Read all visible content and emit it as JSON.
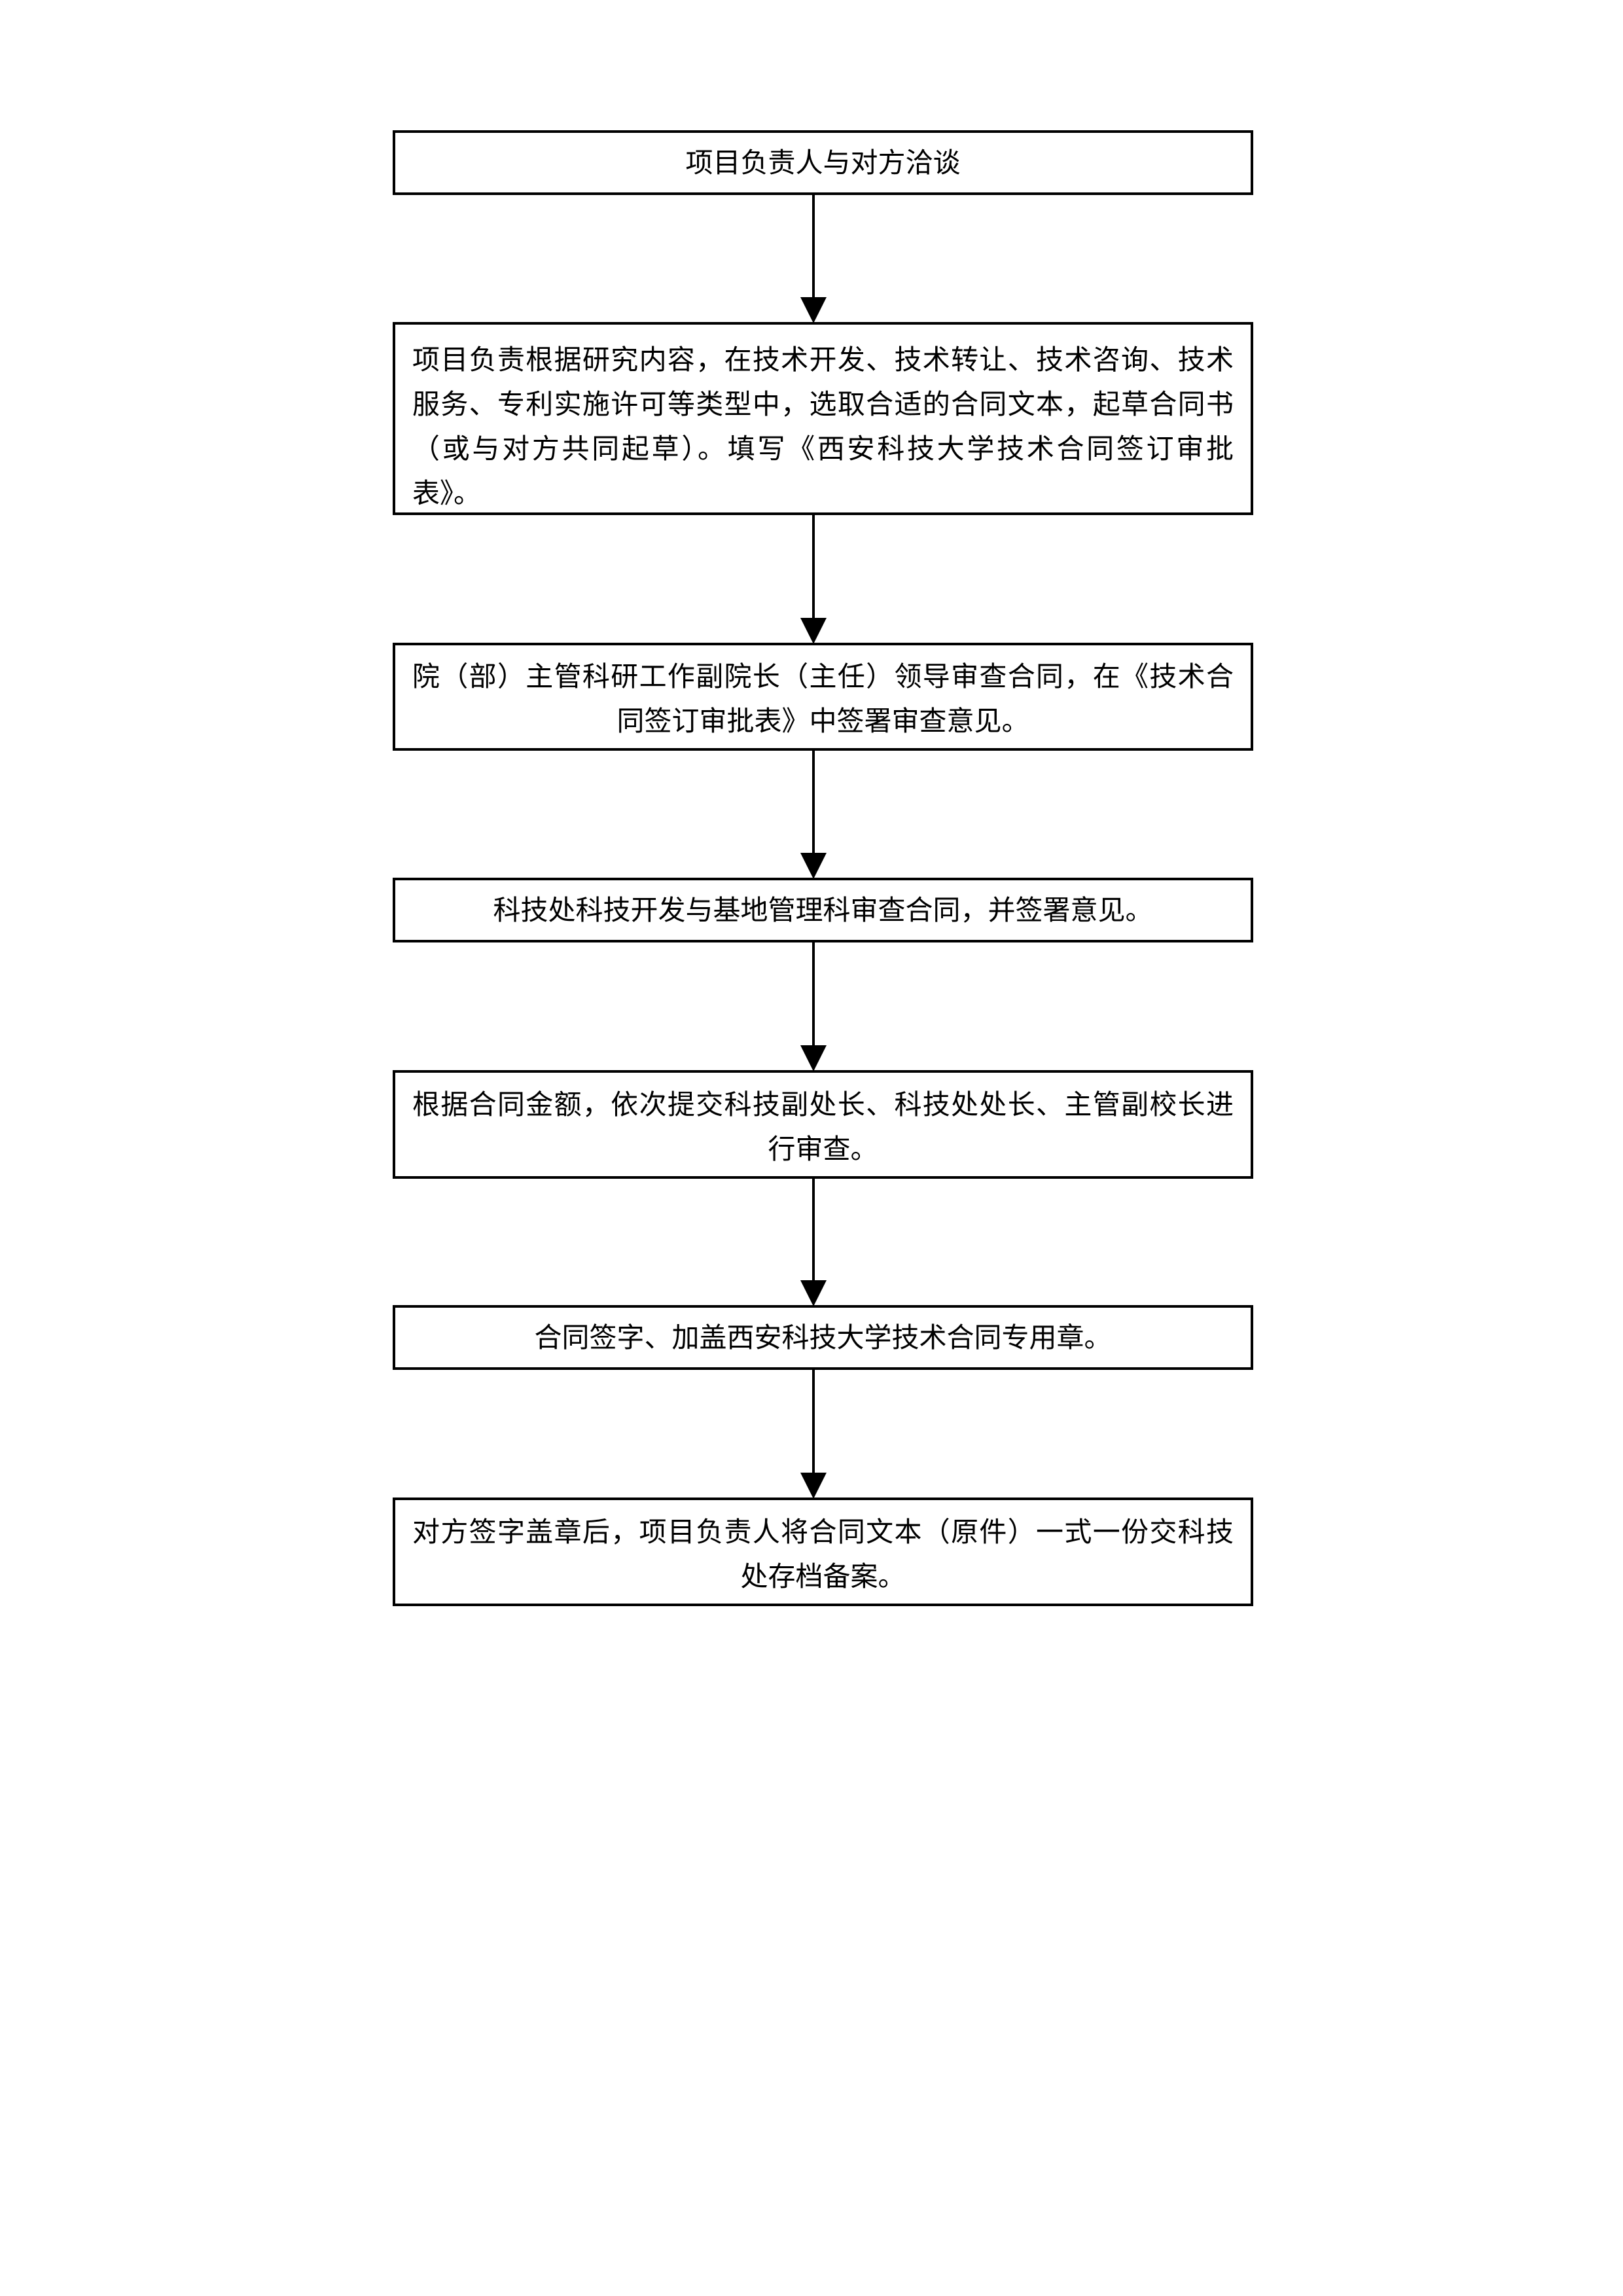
{
  "flowchart": {
    "steps": [
      {
        "text": "项目负责人与对方洽谈"
      },
      {
        "text": "项目负责根据研究内容，在技术开发、技术转让、技术咨询、技术服务、专利实施许可等类型中，选取合适的合同文本，起草合同书（或与对方共同起草）。填写《西安科技大学技术合同签订审批表》。"
      },
      {
        "text": "院（部）主管科研工作副院长（主任）领导审查合同，在《技术合同签订审批表》中签署审查意见。"
      },
      {
        "text": "科技处科技开发与基地管理科审查合同，并签署意见。"
      },
      {
        "text": "根据合同金额，依次提交科技副处长、科技处处长、主管副校长进行审查。"
      },
      {
        "text": "合同签字、加盖西安科技大学技术合同专用章。"
      },
      {
        "text": "对方签字盖章后，项目负责人将合同文本（原件）一式一份交科技处存档备案。"
      }
    ]
  }
}
